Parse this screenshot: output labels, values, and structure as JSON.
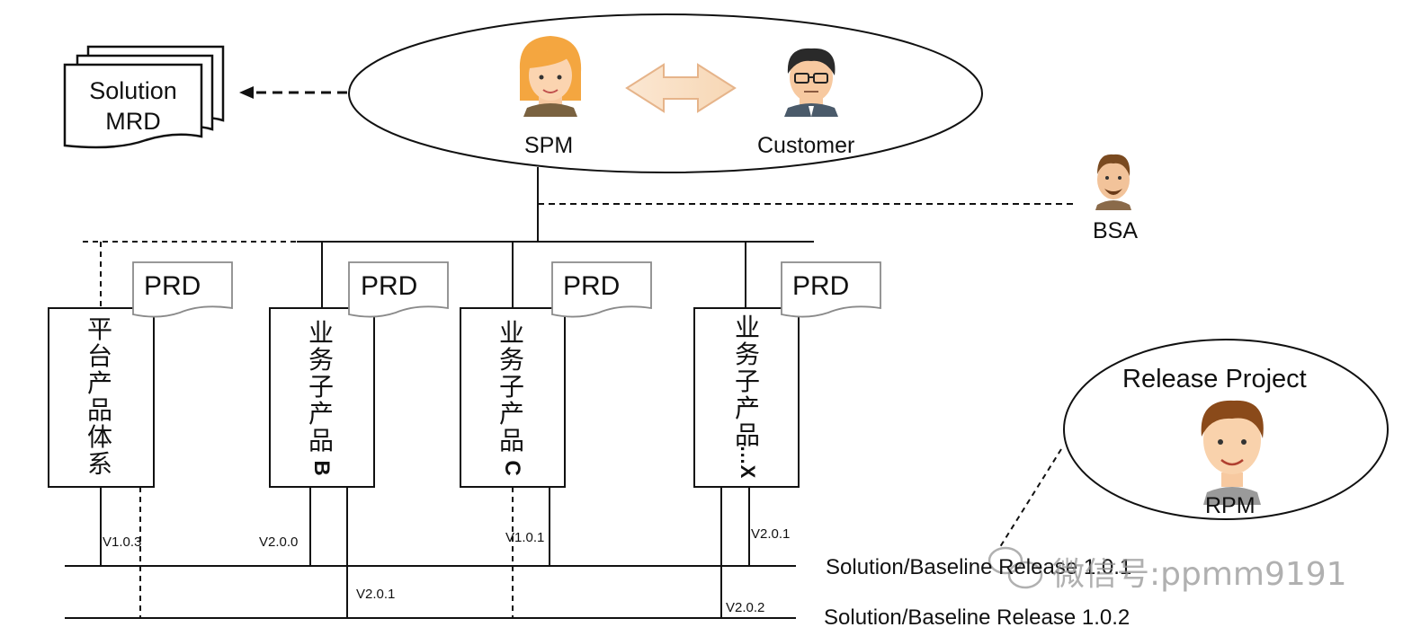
{
  "document": {
    "mrd": {
      "line1": "Solution",
      "line2": "MRD"
    },
    "roles": {
      "spm": "SPM",
      "customer": "Customer",
      "bsa": "BSA",
      "rpm": "RPM"
    },
    "release_project": "Release Project",
    "prd_label": "PRD",
    "products": [
      {
        "text": "平台产品体系",
        "suffix": ""
      },
      {
        "text": "业务子产品",
        "suffix": "B"
      },
      {
        "text": "业务子产品",
        "suffix": "C"
      },
      {
        "text": "业务子产品",
        "suffix": "…X"
      }
    ],
    "versions": {
      "platform": "V1.0.3",
      "b_first": "V2.0.0",
      "b_second": "V2.0.1",
      "c_first": "V1.0.1",
      "x_first": "V2.0.1",
      "x_second": "V2.0.2"
    },
    "releases": {
      "first": "Solution/Baseline Release 1.0.1",
      "second": "Solution/Baseline Release 1.0.2"
    },
    "watermark": "微信号:ppmm9191"
  }
}
